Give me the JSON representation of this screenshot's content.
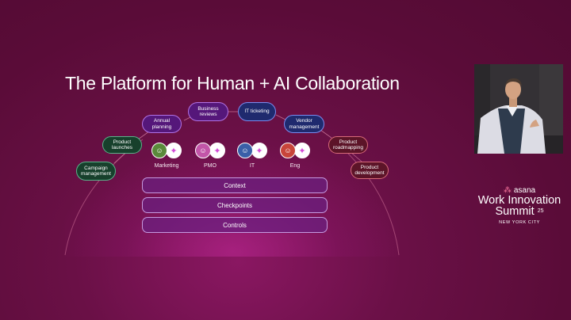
{
  "slide": {
    "title": "The Platform for Human + AI Collaboration"
  },
  "workflows": {
    "campaign": "Campaign management",
    "launches": "Product launches",
    "planning": "Annual planning",
    "reviews": "Business reviews",
    "ticketing": "IT ticketing",
    "vendor": "Vendor management",
    "roadmapping": "Product roadmapping",
    "development": "Product development"
  },
  "teams": [
    {
      "label": "Marketing",
      "avatar_color": "#5a8a3a"
    },
    {
      "label": "PMO",
      "avatar_color": "#c255a8"
    },
    {
      "label": "IT",
      "avatar_color": "#3a5fa8"
    },
    {
      "label": "Eng",
      "avatar_color": "#c8453a"
    }
  ],
  "layers": {
    "context": "Context",
    "checkpoints": "Checkpoints",
    "controls": "Controls"
  },
  "icons": {
    "ai_teammate": "sparkle-icon",
    "brand_logo": "asana-dots-icon"
  },
  "brand": {
    "company": "asana",
    "event": "Work Innovation Summit",
    "event_line1": "Work Innovation",
    "event_line2": "Summit",
    "year": "25",
    "city": "NEW YORK CITY"
  },
  "colors": {
    "background": "#5e0d3a",
    "green": "#58b389",
    "purple": "#b273e6",
    "blue": "#7b8cf0",
    "red": "#d86b79",
    "asana_coral": "#f4729a"
  }
}
